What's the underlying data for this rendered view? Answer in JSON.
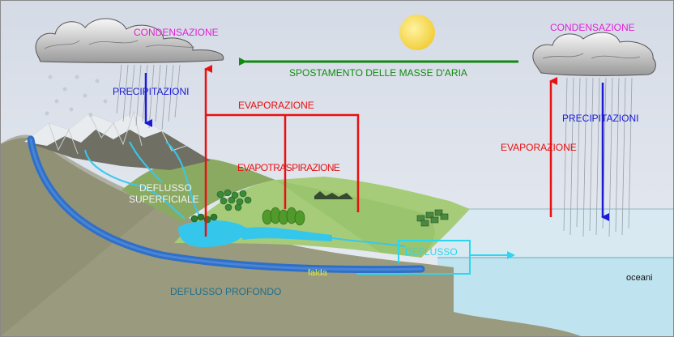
{
  "labels": {
    "condensation_left": "CONDENSAZIONE",
    "condensation_right": "CONDENSAZIONE",
    "precipitation_left": "PRECIPITAZIONI",
    "precipitation_right": "PRECIPITAZIONI",
    "air_mass_movement": "SPOSTAMENTO DELLE MASSE D'ARIA",
    "evaporation_land": "EVAPORAZIONE",
    "evaporation_ocean": "EVAPORAZIONE",
    "evapotranspiration": "EVAPOTRASPIRAZIONE",
    "surface_runoff_line1": "DEFLUSSO",
    "surface_runoff_line2": "SUPERFICIALE",
    "runoff": "DEFLUSSO",
    "groundwater": "falda",
    "deep_runoff": "DEFLUSSO PROFONDO",
    "oceans": "oceani"
  },
  "colors": {
    "sky": "#dfe5ee",
    "ground": "#9a9a7e",
    "ocean": "#bfe4f0",
    "plain": "#a6cc7a",
    "sun": "#f5d64a",
    "condensation": "#e020d8",
    "precipitation": "#1a1ad8",
    "evaporation": "#e81010",
    "air_mass": "#118a11",
    "runoff": "#2ad6f0",
    "aquifer": "#2f6fc8"
  },
  "icons": [
    "sun-icon",
    "cloud-icon",
    "rain-icon",
    "mountain-icon",
    "tree-icon",
    "lake-icon",
    "river-icon",
    "aquifer-icon",
    "ocean-icon"
  ]
}
